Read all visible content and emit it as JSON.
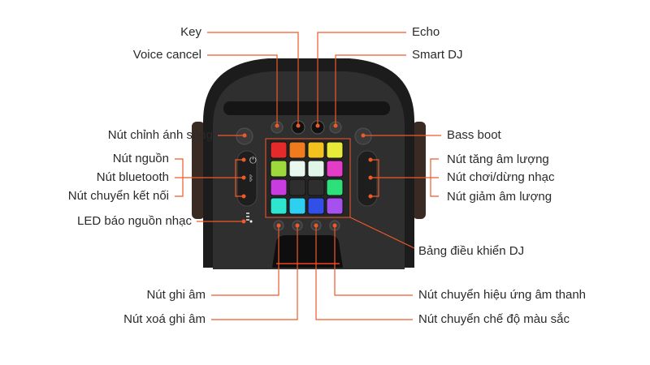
{
  "accent_color": "#f05a28",
  "labels": {
    "key": "Key",
    "voice_cancel": "Voice cancel",
    "echo": "Echo",
    "smart_dj": "Smart DJ",
    "light": "Nút chỉnh ánh sáng",
    "bass": "Bass boot",
    "power": "Nút nguồn",
    "bluetooth": "Nút bluetooth",
    "source": "Nút chuyển kết nối",
    "led": "LED báo nguồn nhạc",
    "vol_up": "Nút tăng âm lượng",
    "play": "Nút chơi/dừng nhạc",
    "vol_down": "Nút giảm âm lượng",
    "dj_panel": "Bảng điều khiển DJ",
    "record": "Nút ghi âm",
    "delete_record": "Nút xoá ghi âm",
    "fx": "Nút chuyển hiệu ứng âm thanh",
    "color_mode": "Nút chuyển chế độ màu sắc"
  },
  "pad_colors": [
    "#e42a2a",
    "#f07a1e",
    "#f2c21e",
    "#e8ea3a",
    "#9ed83a",
    "#e8f8ee",
    "#e0f6e8",
    "#e23cc8",
    "#c83ce0",
    "#2e2e2e",
    "#2e2e2e",
    "#2ee07a",
    "#2ee6d0",
    "#2ed0f0",
    "#3050e8",
    "#a650f0"
  ]
}
